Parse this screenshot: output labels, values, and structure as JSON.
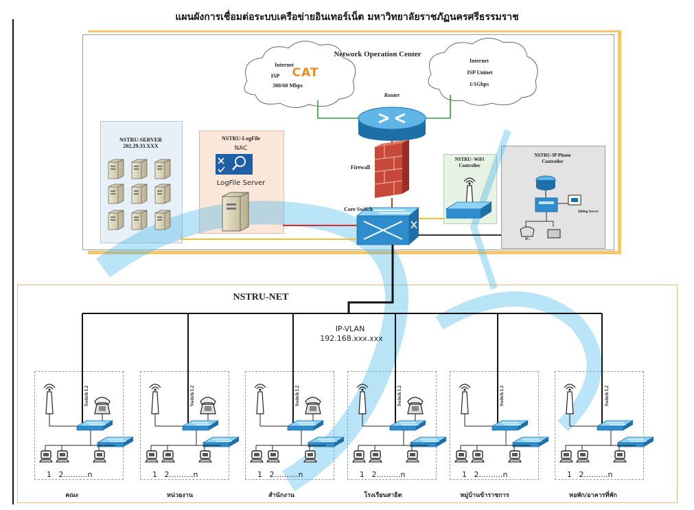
{
  "title": "แผนผังการเชื่อมต่อระบบเครือข่ายอินเทอร์เน็ต มหาวิทยาลัยราชภัฏนครศรีธรรมราช",
  "noc": {
    "title": "Network Operation Center",
    "isp_left": {
      "line1": "Internet",
      "line2": "ISP",
      "brand": "CAT",
      "line3": "300/60 Mbps"
    },
    "isp_right": {
      "line1": "Internet",
      "line2": "ISP Uninet",
      "line3": "1/1Gbps"
    },
    "router_label": "Router",
    "firewall_label": "Firewall",
    "core_switch_label": "Core Switch",
    "server_box": {
      "line1": "NSTRU-SERVER",
      "line2": "202.29.33.XXX"
    },
    "logfile_box": {
      "line1": "NSTRU-LogFile",
      "line2": "NAC",
      "server_label": "LogFile Server"
    },
    "wifi_box": {
      "line1": "NSTRU- WiFi",
      "line2": "Controller"
    },
    "ipphone_box": {
      "line1": "NSTRU-IP Phone",
      "line2": "Controller",
      "billing": "Billing Server",
      "ip_label": "IP..."
    }
  },
  "net": {
    "title": "NSTRU-NET",
    "vlan": "IP-VLAN",
    "vlan_addr": "192.168.xxx.xxx",
    "switch_label": "Switch L2",
    "pc_numbers": "1   2..........n",
    "sites": [
      "คณะ",
      "หน่วยงาน",
      "สำนักงาน",
      "โรงเรียนสาธิต",
      "หมู่บ้านข้าราชการ",
      "หอพัก/อาคารที่พัก"
    ]
  }
}
